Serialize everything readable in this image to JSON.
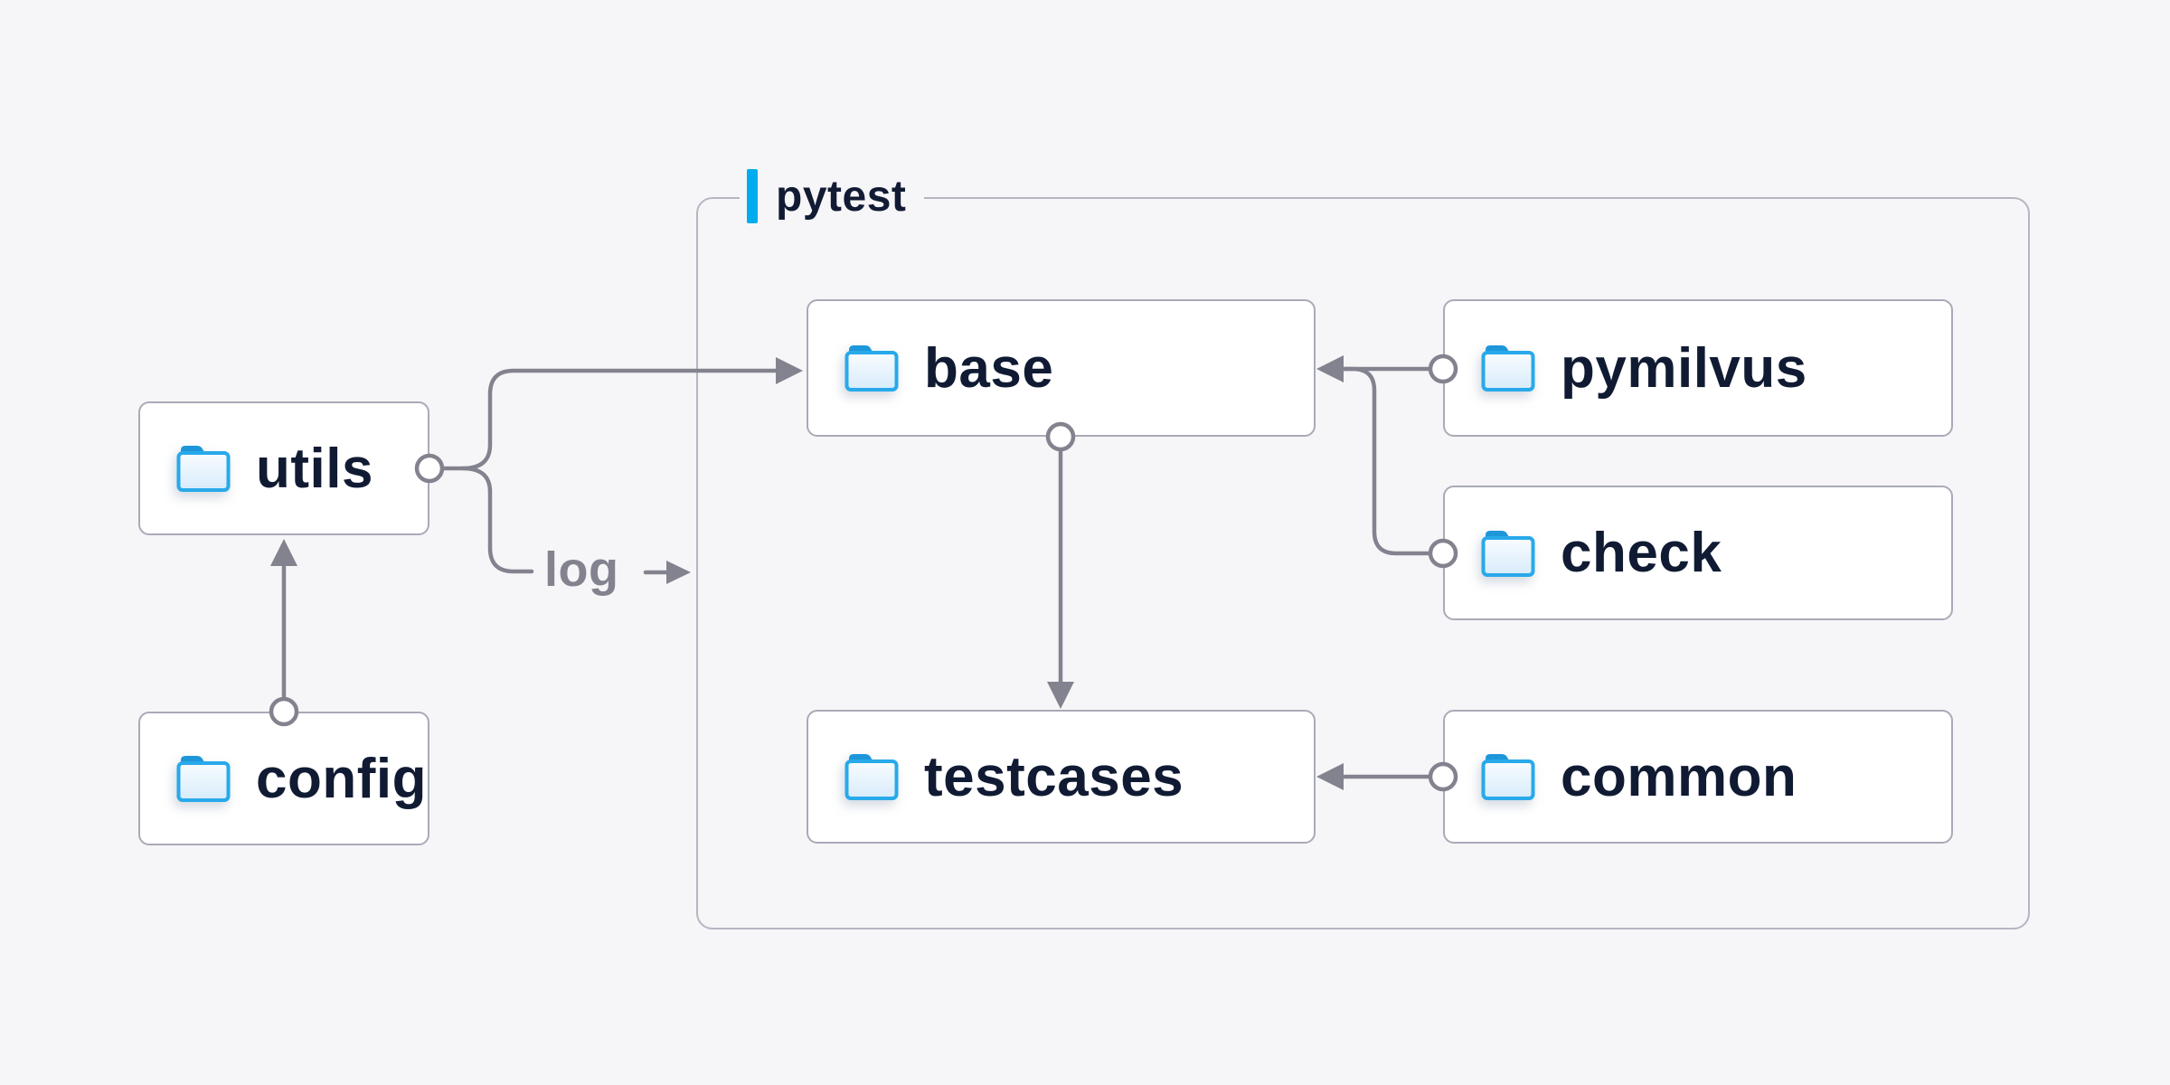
{
  "diagram": {
    "group": {
      "label": "pytest"
    },
    "nodes": [
      {
        "id": "utils",
        "label": "utils",
        "icon": "folder"
      },
      {
        "id": "config",
        "label": "config",
        "icon": "folder"
      },
      {
        "id": "base",
        "label": "base",
        "icon": "folder"
      },
      {
        "id": "pymilvus",
        "label": "pymilvus",
        "icon": "folder"
      },
      {
        "id": "check",
        "label": "check",
        "icon": "folder"
      },
      {
        "id": "testcases",
        "label": "testcases",
        "icon": "folder"
      },
      {
        "id": "common",
        "label": "common",
        "icon": "folder"
      }
    ],
    "edges": [
      {
        "from": "config",
        "to": "utils"
      },
      {
        "from": "utils",
        "to": "base"
      },
      {
        "from": "utils",
        "to": "pytest-group",
        "label": "log"
      },
      {
        "from": "pymilvus",
        "to": "base"
      },
      {
        "from": "check",
        "to": "base"
      },
      {
        "from": "base",
        "to": "testcases"
      },
      {
        "from": "common",
        "to": "testcases"
      }
    ],
    "annotations": {
      "log_label": "log"
    },
    "colors": {
      "background": "#f6f6f8",
      "node_fill": "#ffffff",
      "node_border": "#a9aab8",
      "group_border": "#b5b6c3",
      "connector": "#83838f",
      "text": "#101b33",
      "muted_text": "#83838f",
      "accent_blue": "#00aced",
      "folder_blue": "#28a9ea",
      "folder_tab_blue": "#1e96da"
    }
  }
}
